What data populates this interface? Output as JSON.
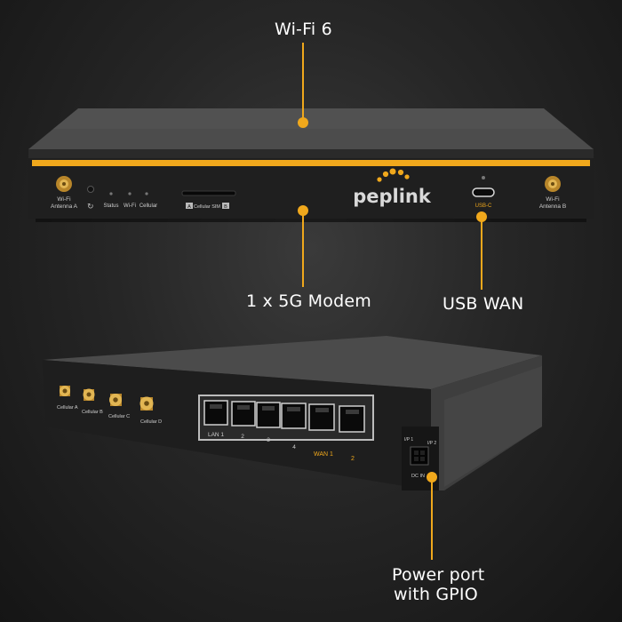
{
  "callouts": {
    "wifi6": "Wi-Fi 6",
    "modem": "1 x 5G Modem",
    "usb_wan": "USB WAN",
    "power_line1": "Power port",
    "power_line2": "with GPIO"
  },
  "front_panel": {
    "brand": "peplink",
    "antenna_a": [
      "Wi-Fi",
      "Antenna A"
    ],
    "antenna_b": [
      "Wi-Fi",
      "Antenna B"
    ],
    "status": "Status",
    "wifi": "Wi-Fi",
    "cellular": "Cellular",
    "sim_a": "A",
    "sim_label": "Cellular SIM",
    "sim_b": "B",
    "usb_label": "USB-C"
  },
  "rear_panel": {
    "cell_antennas": [
      "Cellular A",
      "Cellular B",
      "Cellular C",
      "Cellular D"
    ],
    "ports": [
      "LAN 1",
      "2",
      "3",
      "4",
      "WAN 1",
      "2"
    ],
    "io1": "I/P 1",
    "io2": "I/P 2",
    "dc_in": "DC IN"
  },
  "colors": {
    "accent": "#f0a81c",
    "chassis": "#2b2b2b",
    "text": "#ffffff"
  }
}
